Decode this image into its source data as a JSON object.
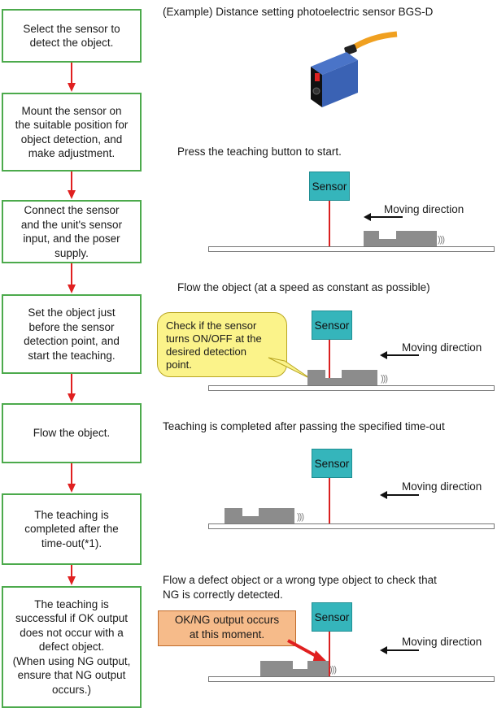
{
  "steps": [
    "Select the sensor to\ndetect the object.",
    "Mount the sensor on\nthe suitable position for\nobject detection, and\nmake adjustment.",
    "Connect the sensor\nand the unit's sensor\ninput, and the poser\nsupply.",
    "Set the object just\nbefore the sensor\ndetection point, and\nstart the teaching.",
    "Flow the object.",
    "The teaching is\ncompleted after the\ntime-out(*1).",
    "The teaching is\nsuccessful if OK output\ndoes not occur with a\ndefect object.\n(When using NG output,\nensure that NG output\noccurs.)"
  ],
  "captions": {
    "example": "(Example) Distance setting photoelectric sensor BGS-D",
    "press": "Press the teaching button to start.",
    "flow": "Flow the object (at a speed as constant as possible)",
    "completed": "Teaching is completed after passing the specified time-out",
    "defect": "Flow a defect object or a wrong type object to check that\nNG is correctly detected."
  },
  "sensor_label": "Sensor",
  "direction_label": "Moving direction",
  "callout_text": "Check if the sensor\nturns ON/OFF at the\ndesired detection\npoint.",
  "ok_ng_text": "OK/NG output occurs\nat this moment.",
  "colors": {
    "step_border": "#4caa4c",
    "arrow": "#e02020",
    "sensor_fill": "#35b5bb",
    "callout_fill": "#fbf38a",
    "ok_ng_fill": "#f6bb8a"
  }
}
